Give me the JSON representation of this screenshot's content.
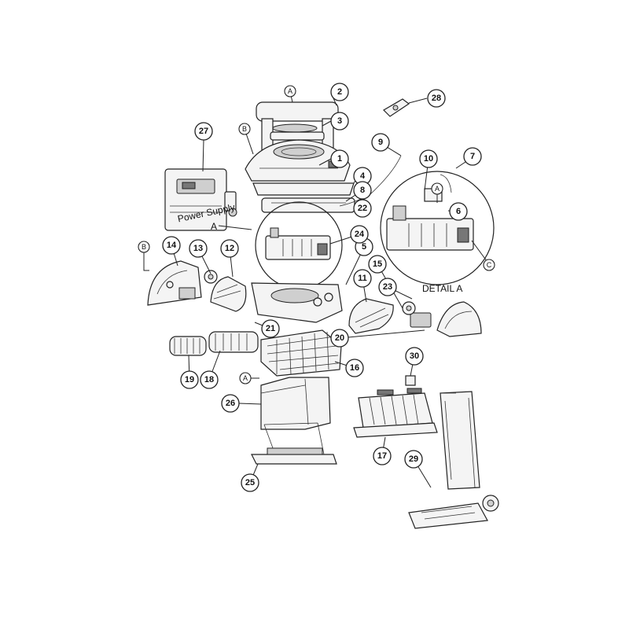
{
  "diagram": {
    "callouts": [
      "1",
      "2",
      "3",
      "4",
      "5",
      "6",
      "7",
      "8",
      "9",
      "10",
      "11",
      "12",
      "13",
      "14",
      "15",
      "16",
      "17",
      "18",
      "19",
      "20",
      "21",
      "22",
      "23",
      "24",
      "25",
      "26",
      "27",
      "28",
      "29",
      "30"
    ],
    "reference_markers": {
      "A": "A",
      "B": "B",
      "C": "C"
    },
    "detail_label": "DETAIL A",
    "power_supply_text": "Power Supply"
  }
}
